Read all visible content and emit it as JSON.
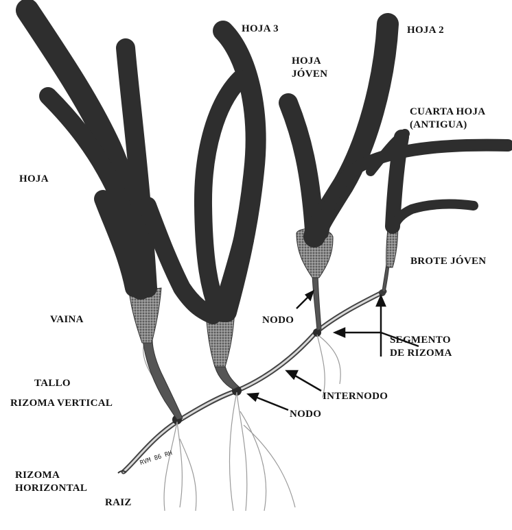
{
  "labels": {
    "hoja": "HOJA",
    "hoja_3": "HOJA 3",
    "hoja_joven_line1": "HOJA",
    "hoja_joven_line2": "JÓVEN",
    "hoja_2": "HOJA 2",
    "cuarta_hoja_line1": "CUARTA HOJA",
    "cuarta_hoja_line2": "(ANTIGUA)",
    "brote_joven": "BROTE JÓVEN",
    "vaina": "VAINA",
    "nodo_upper": "NODO",
    "segmento_line1": "SEGMENTO",
    "segmento_line2": "DE RIZOMA",
    "tallo": "TALLO",
    "rizoma_vertical": "RIZOMA VERTICAL",
    "internodo": "INTERNODO",
    "nodo_lower": "NODO",
    "rizoma_horizontal_line1": "RIZOMA",
    "rizoma_horizontal_line2": "HORIZONTAL",
    "raiz": "RAIZ",
    "signature": "RVM 86 RH"
  },
  "colors": {
    "leaf": "#2e2e2e",
    "sheath": "#7a7a7a",
    "rhizome": "#555555",
    "root": "#9a9a9a"
  }
}
